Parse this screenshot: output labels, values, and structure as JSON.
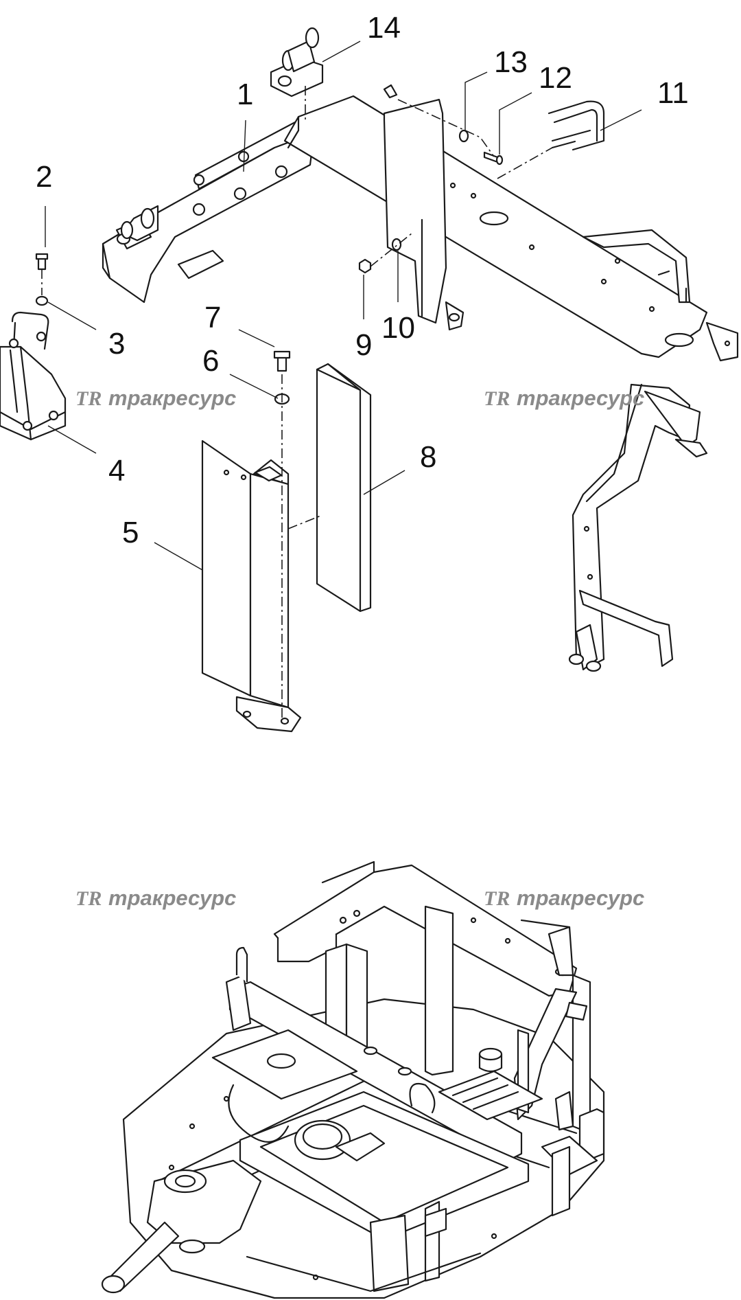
{
  "callouts": [
    {
      "id": "1",
      "label": "1"
    },
    {
      "id": "2",
      "label": "2"
    },
    {
      "id": "3",
      "label": "3"
    },
    {
      "id": "4",
      "label": "4"
    },
    {
      "id": "5",
      "label": "5"
    },
    {
      "id": "6",
      "label": "6"
    },
    {
      "id": "7",
      "label": "7"
    },
    {
      "id": "8",
      "label": "8"
    },
    {
      "id": "9",
      "label": "9"
    },
    {
      "id": "10",
      "label": "10"
    },
    {
      "id": "11",
      "label": "11"
    },
    {
      "id": "12",
      "label": "12"
    },
    {
      "id": "13",
      "label": "13"
    },
    {
      "id": "14",
      "label": "14"
    }
  ],
  "watermark": {
    "logo": "TR",
    "text": "тракресурс"
  },
  "colors": {
    "line": "#1a1a1a",
    "watermark": "#8a8a8a",
    "background": "#ffffff"
  }
}
